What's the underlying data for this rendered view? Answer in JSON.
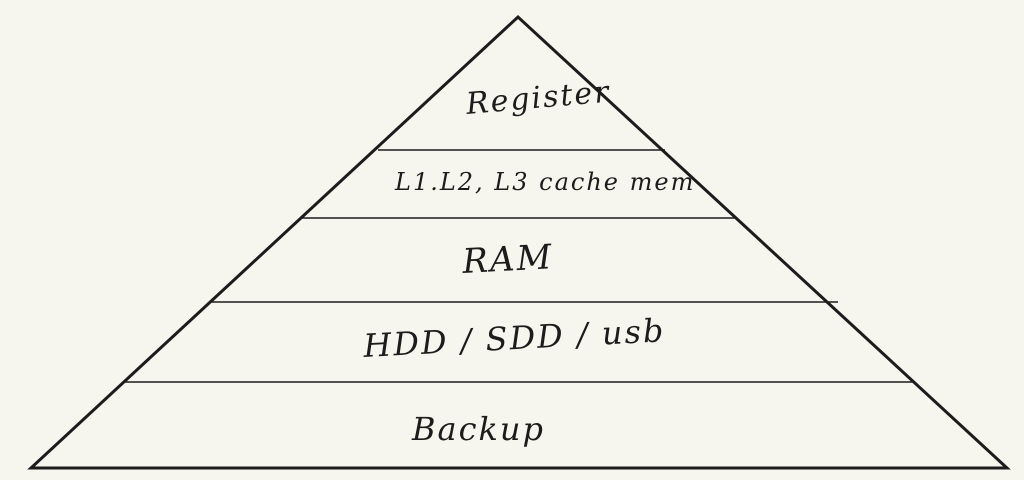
{
  "colors": {
    "background": "#f7f6ee",
    "stroke": "#1c1c1c"
  },
  "pyramid": {
    "levels": [
      {
        "label": "Register"
      },
      {
        "label": "L1.L2, L3 cache mem"
      },
      {
        "label": "RAM"
      },
      {
        "label": "HDD / SDD / usb"
      },
      {
        "label": "Backup"
      }
    ]
  }
}
